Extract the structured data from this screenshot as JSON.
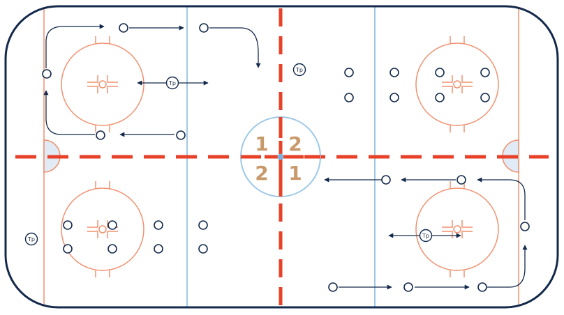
{
  "zone_numbers": {
    "top_left": "1",
    "top_right": "2",
    "bottom_left": "2",
    "bottom_right": "1"
  },
  "tp_label": "Tp",
  "colors": {
    "boards": "#13294b",
    "red_line": "#e8412a",
    "blue_line": "#9ec9e6",
    "faceoff": "#f0906e",
    "crease": "#e1ebf5",
    "center_dot": "#7fb2dd",
    "player": "#13294b",
    "zone_number": "#c8996a"
  }
}
